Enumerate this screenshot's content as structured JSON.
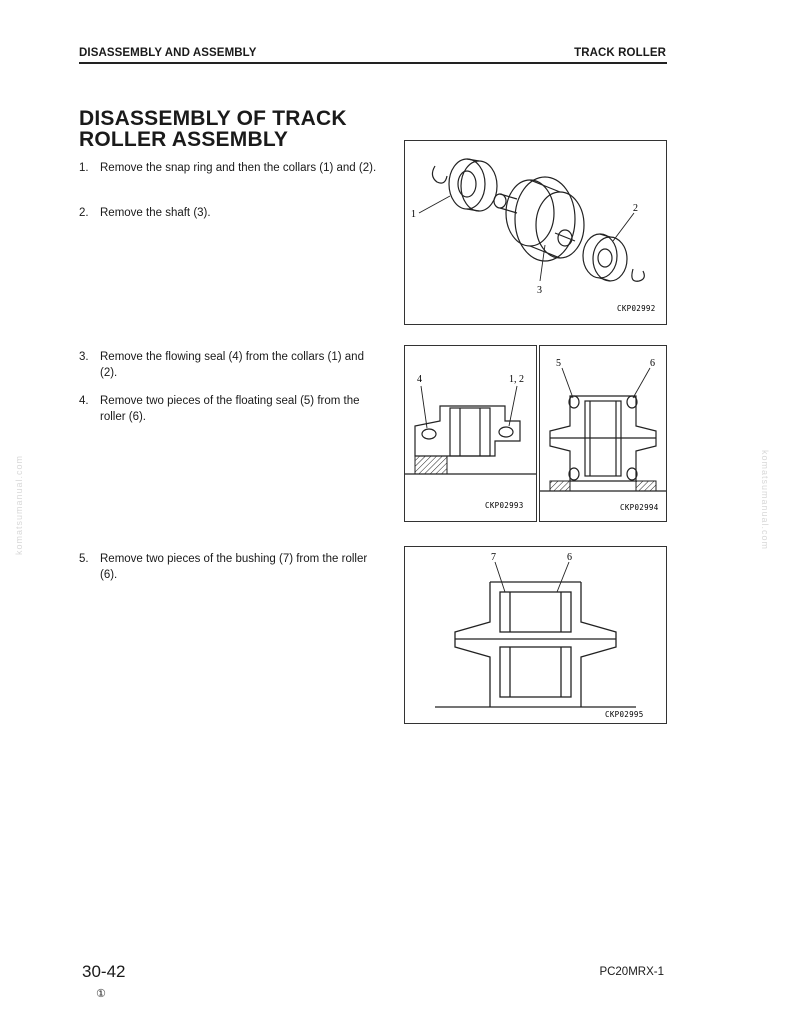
{
  "header": {
    "left": "DISASSEMBLY AND ASSEMBLY",
    "right": "TRACK ROLLER"
  },
  "title": "DISASSEMBLY OF TRACK ROLLER ASSEMBLY",
  "steps": [
    {
      "num": "1.",
      "text": "Remove the snap ring and then the collars (1) and (2)."
    },
    {
      "num": "2.",
      "text": "Remove the shaft (3)."
    },
    {
      "num": "3.",
      "text": "Remove the flowing seal (4) from the collars (1) and (2)."
    },
    {
      "num": "4.",
      "text": "Remove two pieces of the floating seal (5) from the roller (6)."
    },
    {
      "num": "5.",
      "text": "Remove two pieces of the bushing (7) from the roller (6)."
    }
  ],
  "figures": [
    {
      "caption": "CKP02992",
      "labels": [
        "1",
        "2",
        "3"
      ]
    },
    {
      "caption": "CKP02993",
      "labels": [
        "4",
        "1, 2"
      ]
    },
    {
      "caption": "CKP02994",
      "labels": [
        "5",
        "6"
      ]
    },
    {
      "caption": "CKP02995",
      "labels": [
        "7",
        "6"
      ]
    }
  ],
  "footer": {
    "page": "30-42",
    "model": "PC20MRX-1",
    "revision": "①"
  },
  "watermark": "komatsumanual.com"
}
